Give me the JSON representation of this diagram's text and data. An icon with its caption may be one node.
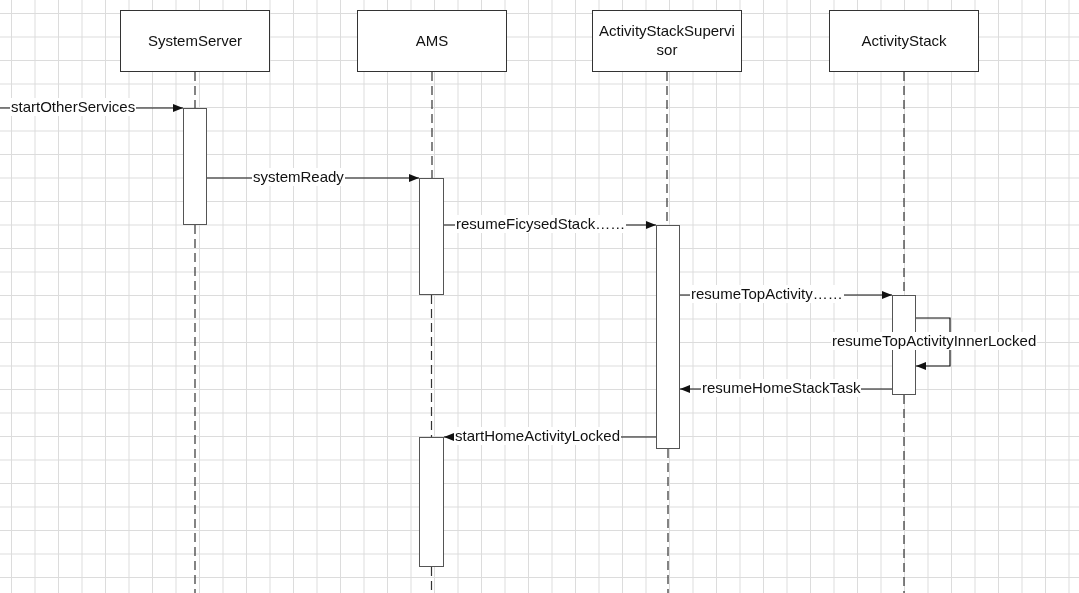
{
  "diagram": {
    "nodes": [
      {
        "text": [
          "SystemServer"
        ]
      },
      {
        "text": [
          "AMS"
        ]
      },
      {
        "text": [
          "ActivityStackSupervisor"
        ]
      },
      {
        "text": [
          "ActivityStack"
        ]
      },
      {
        "text": [],
        "shape": "bar"
      },
      {
        "text": [],
        "shape": "bar"
      },
      {
        "text": [],
        "shape": "bar"
      },
      {
        "text": [],
        "shape": "bar"
      },
      {
        "text": [],
        "shape": "bar"
      }
    ],
    "edges": [
      {
        "from": 0,
        "to": 4,
        "arrow": "none",
        "style": "dashed"
      },
      {
        "from": 4,
        "to": null,
        "arrow": "none",
        "style": "dashed"
      },
      {
        "from": 1,
        "to": 5,
        "arrow": "none",
        "style": "dashed"
      },
      {
        "from": 5,
        "to": 8,
        "arrow": "none",
        "style": "dashed"
      },
      {
        "from": 8,
        "to": null,
        "arrow": "none",
        "style": "dashed"
      },
      {
        "from": 2,
        "to": 6,
        "arrow": "none",
        "style": "dashed"
      },
      {
        "from": 6,
        "to": null,
        "arrow": "none",
        "style": "dashed"
      },
      {
        "from": 3,
        "to": 7,
        "arrow": "none",
        "style": "dashed"
      },
      {
        "from": 7,
        "to": null,
        "arrow": "none",
        "style": "dashed"
      },
      {
        "from": null,
        "to": 4,
        "arrow": "to",
        "label": "startOtherServices"
      },
      {
        "from": 4,
        "to": 5,
        "arrow": "to",
        "label": "systemReady"
      },
      {
        "from": 5,
        "to": 6,
        "arrow": "to",
        "label": "resumeFicysedStack……"
      },
      {
        "from": 6,
        "to": 7,
        "arrow": "to",
        "label": "resumeTopActivity……"
      },
      {
        "from": 7,
        "to": 7,
        "arrow": "to",
        "label": "resumeTopActivityInnerLocked"
      },
      {
        "from": 7,
        "to": 6,
        "arrow": "to",
        "label": "resumeHomeStackTask"
      },
      {
        "from": 6,
        "to": 8,
        "arrow": "to",
        "label": "startHomeActivityLocked"
      }
    ]
  }
}
